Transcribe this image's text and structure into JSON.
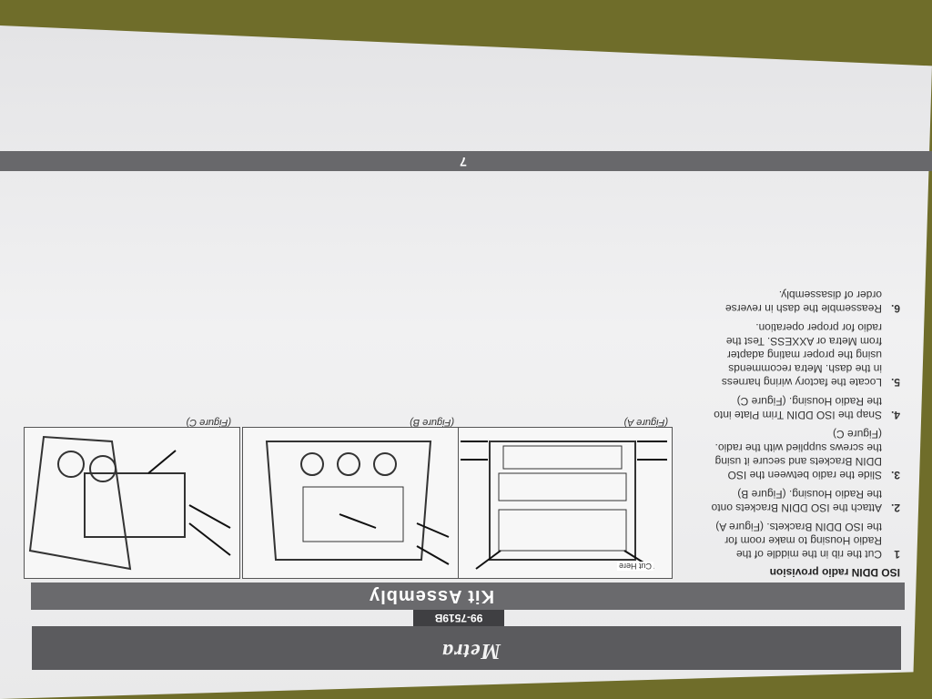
{
  "header": {
    "brand": "Metra",
    "part_number": "99-7519B",
    "title": "Kit Assembly"
  },
  "section": {
    "heading": "ISO DDIN radio provision"
  },
  "steps": [
    {
      "num": "1",
      "text": "Cut the rib in the middle of the\nRadio Housing to make room for\nthe ISO DDIN Brackets.  (Figure A)"
    },
    {
      "num": "2.",
      "text": "Attach the ISO DDIN Brackets onto\nthe Radio Housing.  (Figure B)"
    },
    {
      "num": "3.",
      "text": "Slide the radio between the ISO\nDDIN Brackets and secure it using\nthe screws supplied with the radio.\n(Figure C)"
    },
    {
      "num": "4.",
      "text": "Snap the ISO DDIN Trim Plate into\nthe Radio Housing.  (Figure C)"
    },
    {
      "num": "5.",
      "text": "Locate the factory wiring harness\nin the dash. Metra recommends\nusing the proper mating adapter\nfrom Metra or AXXESS. Test the\nradio for proper operation."
    },
    {
      "num": "6.",
      "text": "Reassemble the dash in reverse\norder of disassembly."
    }
  ],
  "figures": {
    "a_caption": "(Figure A)",
    "b_caption": "(Figure B)",
    "c_caption": "(Figure C)",
    "cut_here": "Cut Here"
  },
  "footer": {
    "page_number": "7"
  },
  "colors": {
    "background": "#6f6d2a",
    "band": "#5b5b5e"
  }
}
